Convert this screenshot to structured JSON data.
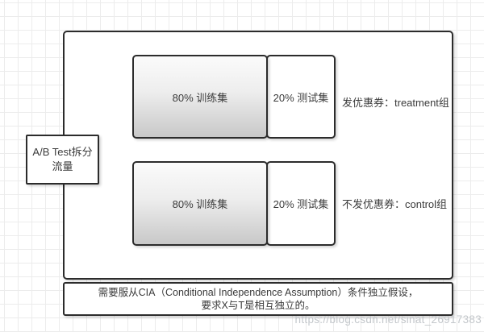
{
  "diagram": {
    "source_box": {
      "line1": "A/B Test拆分",
      "line2": "流量"
    },
    "rows": [
      {
        "train": "80% 训练集",
        "test": "20% 测试集",
        "group": "发优惠券：treatment组"
      },
      {
        "train": "80% 训练集",
        "test": "20% 测试集",
        "group": "不发优惠券：control组"
      }
    ],
    "note": {
      "line1": "需要服从CIA（Conditional Independence Assumption）条件独立假设，",
      "line2": "要求X与T是相互独立的。"
    }
  },
  "watermark": {
    "text": "https://blog.csdn.net/sinat_26917383",
    "color": "#c3c7cb"
  },
  "colors": {
    "border": "#2c2c2c",
    "train_gradient_top": "#fbfbfb",
    "train_gradient_bottom": "#c8c8c8",
    "grid_line": "#ececec",
    "text": "#3b3b3b"
  }
}
